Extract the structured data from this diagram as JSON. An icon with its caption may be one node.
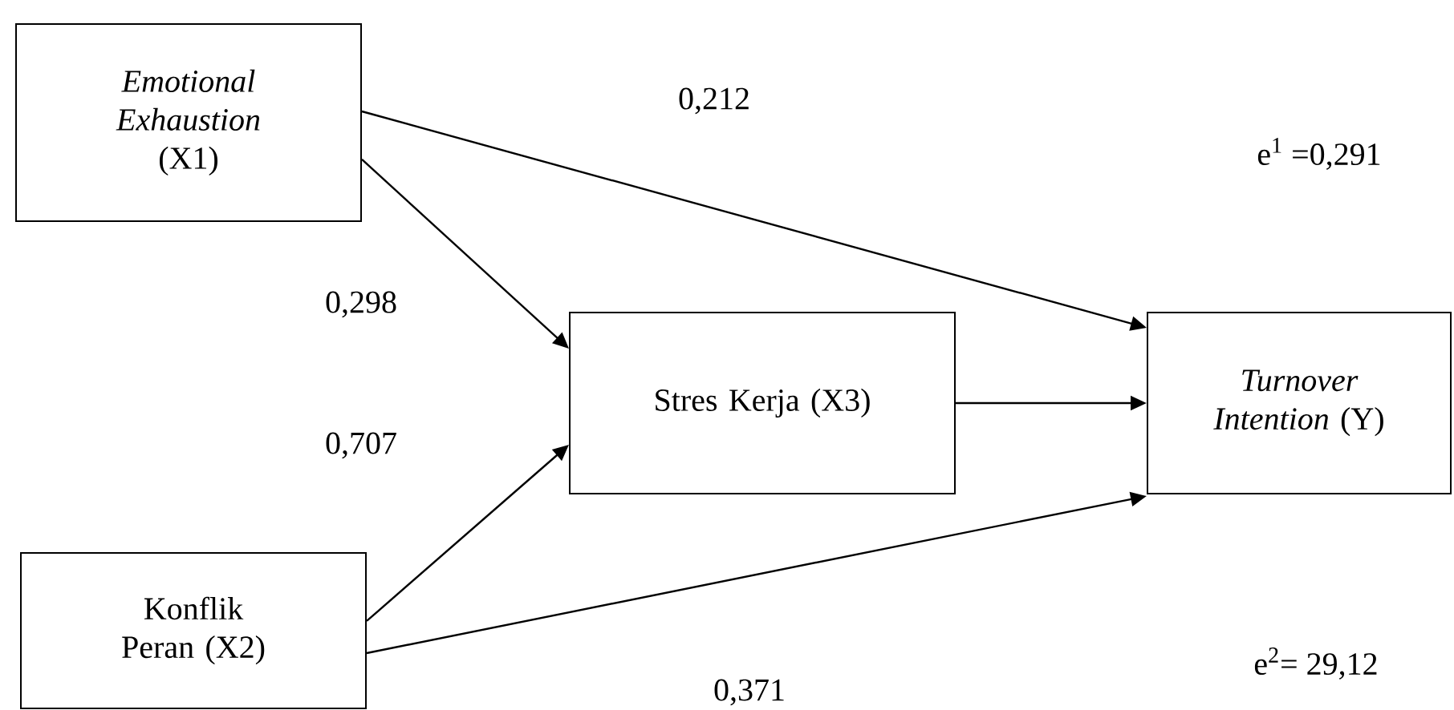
{
  "diagram": {
    "nodes": [
      {
        "text": [
          "*Emotional Exhaustion* (X1)"
        ]
      },
      {
        "text": [
          "Stres Kerja (X3)"
        ]
      },
      {
        "text": [
          "*Turnover Intention* (Y)"
        ]
      },
      {
        "text": [
          "Konflik Peran (X2)"
        ]
      }
    ],
    "edges": [
      {
        "from": 0,
        "to": 2,
        "arrow": "to",
        "label": "0,212"
      },
      {
        "from": 0,
        "to": 1,
        "arrow": "to",
        "label": "0,298"
      },
      {
        "from": 3,
        "to": 1,
        "arrow": "to",
        "label": "0,707"
      },
      {
        "from": 1,
        "to": 2,
        "arrow": "to"
      },
      {
        "from": 3,
        "to": 2,
        "arrow": "to",
        "label": "0,371"
      }
    ],
    "labels": [
      "e$^{1}$ =0,291",
      "e$^{2}$= 29,12"
    ]
  }
}
